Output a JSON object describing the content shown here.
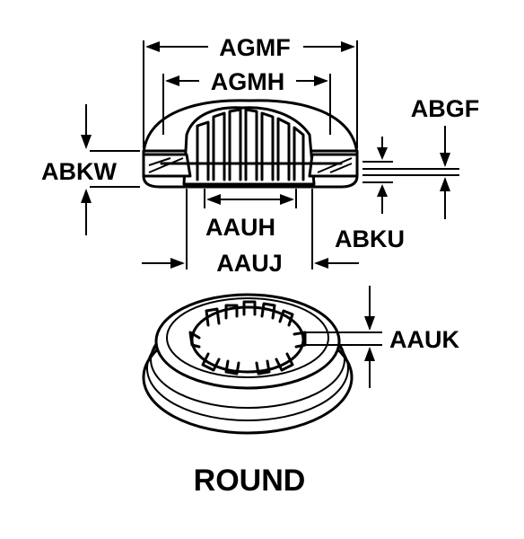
{
  "labels": {
    "agmf": "AGMF",
    "agmh": "AGMH",
    "abgf": "ABGF",
    "abkw": "ABKW",
    "aauh": "AAUH",
    "aauj": "AAUJ",
    "abku": "ABKU",
    "aauk": "AAUK",
    "caption": "ROUND"
  },
  "colors": {
    "line": "#000000",
    "background": "#ffffff"
  }
}
